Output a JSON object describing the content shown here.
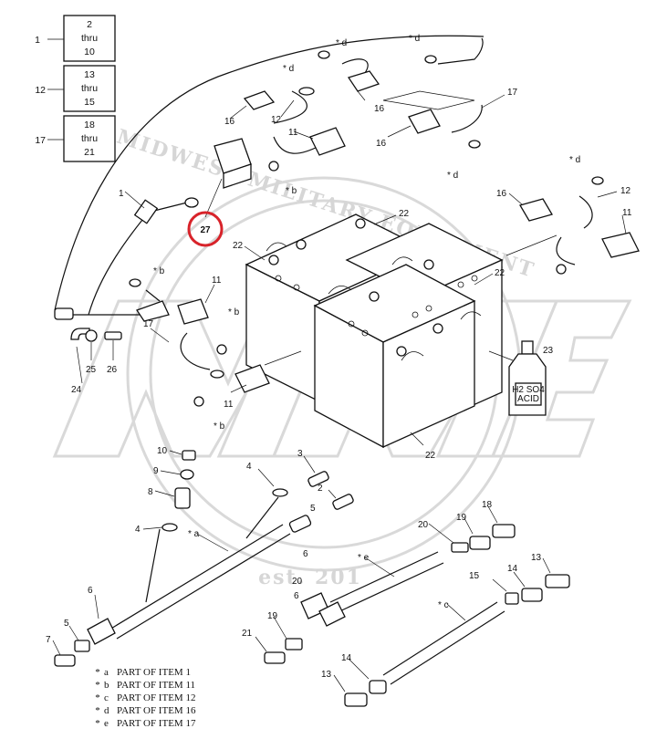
{
  "page_boxes": [
    {
      "ref": "1",
      "lines": [
        "2",
        "thru",
        "10"
      ]
    },
    {
      "ref": "12",
      "lines": [
        "13",
        "thru",
        "15"
      ]
    },
    {
      "ref": "17",
      "lines": [
        "18",
        "thru",
        "21"
      ]
    }
  ],
  "callouts": {
    "c1": "1",
    "c2": "2",
    "c3": "3",
    "c4a": "4",
    "c4b": "4",
    "c5": "5",
    "c6a": "6",
    "c6b": "6",
    "c7": "7",
    "c8": "8",
    "c9": "9",
    "c10": "10",
    "c11a": "11",
    "c11b": "11",
    "c11c": "11",
    "c11d": "11",
    "c12a": "12",
    "c12b": "12",
    "c13a": "13",
    "c13b": "13",
    "c14a": "14",
    "c14b": "14",
    "c15": "15",
    "c16a": "16",
    "c16b": "16",
    "c16c": "16",
    "c16d": "16",
    "c17a": "17",
    "c17b": "17",
    "c18": "18",
    "c19a": "19",
    "c19b": "19",
    "c20a": "20",
    "c20b": "20",
    "c21": "21",
    "c22a": "22",
    "c22b": "22",
    "c22c": "22",
    "c22d": "22",
    "c23": "23",
    "c24": "24",
    "c25": "25",
    "c26": "26",
    "c27": "27",
    "sa": "* a",
    "sb1": "* b",
    "sb2": "* b",
    "sb3": "* b",
    "sb4": "* b",
    "sc": "* c",
    "sd1": "* d",
    "sd2": "* d",
    "sd3": "* d",
    "sd4": "* d",
    "se": "* e"
  },
  "acid_label": {
    "line1": "H2 SO4",
    "line2": "ACID"
  },
  "watermark": {
    "line1": "MIDWEST MILITARY EQUIPMENT",
    "line2": "est. 201"
  },
  "highlight_ring_color": "#d8232a",
  "legend": [
    {
      "star": "*",
      "key": "a",
      "text": "PART OF ITEM 1"
    },
    {
      "star": "*",
      "key": "b",
      "text": "PART OF ITEM 11"
    },
    {
      "star": "*",
      "key": "c",
      "text": "PART OF ITEM 12"
    },
    {
      "star": "*",
      "key": "d",
      "text": "PART OF ITEM 16"
    },
    {
      "star": "*",
      "key": "e",
      "text": "PART OF ITEM 17"
    }
  ]
}
